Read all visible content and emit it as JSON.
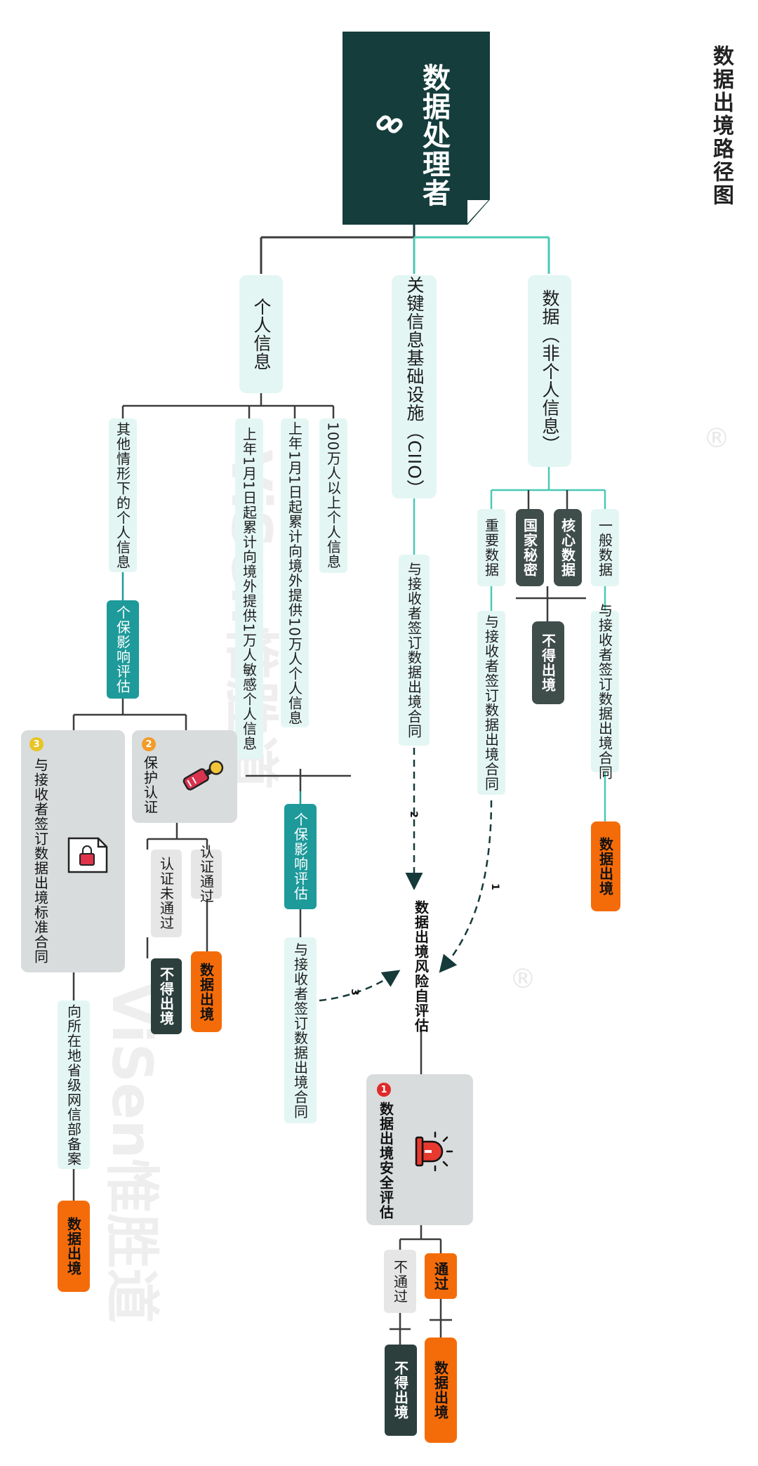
{
  "title": "数据出境路径图",
  "root": {
    "label": "数据处理者"
  },
  "branches": {
    "personal": {
      "label": "个人信息"
    },
    "ciio": {
      "label": "关键信息基础设施（CIIO）",
      "contract": "与接收者签订数据出境合同",
      "arrow_label": "2"
    },
    "data": {
      "label": "数据（非个人信息）"
    }
  },
  "data_branch": {
    "general": {
      "label": "一般数据",
      "contract": "与接收者签订数据出境合同",
      "result": "数据出境"
    },
    "core": {
      "label": "核心数据"
    },
    "secret": {
      "label": "国家秘密"
    },
    "forbidden": "不得出境",
    "important": {
      "label": "重要数据",
      "contract": "与接收者签订数据出境合同",
      "arrow_label": "1"
    }
  },
  "risk_assessment": {
    "label": "数据出境风险自评估"
  },
  "security_assessment": {
    "badge": "1",
    "label": "数据出境安全评估",
    "pass": "通过",
    "fail": "不通过",
    "pass_result": "数据出境",
    "fail_result": "不得出境"
  },
  "personal_branch": {
    "item1": "100万人以上个人信息",
    "item2": "上年1月1日起累计向境外提供10万人个人信息",
    "item3": "上年1月1日起累计向境外提供1万人敏感个人信息",
    "pia": "个保影响评估",
    "contract": "与接收者签订数据出境合同",
    "arrow_label": "3",
    "other": "其他情形下的个人信息",
    "other_pia": "个保影响评估"
  },
  "certification": {
    "badge": "2",
    "label": "保护认证",
    "pass": "认证通过",
    "fail": "认证未通过",
    "pass_result": "数据出境",
    "fail_result": "不得出境"
  },
  "standard_contract": {
    "badge": "3",
    "label": "与接收者签订数据出境标准合同",
    "filing": "向所在地省级网信部备案",
    "result": "数据出境"
  },
  "watermark": {
    "brand": "ViSen惟胜道",
    "registered": "®"
  },
  "colors": {
    "root": "#143d3c",
    "teal": "#1e9a9a",
    "orange": "#f46c0a",
    "mint": "#e3f6f3",
    "dark": "#3f4d4b"
  }
}
